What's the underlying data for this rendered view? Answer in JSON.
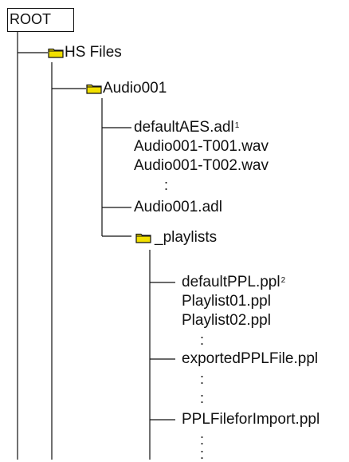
{
  "root": {
    "label": "ROOT"
  },
  "hs_files": {
    "label": "HS Files",
    "icon": "folder-icon"
  },
  "audio_folder": {
    "label": "Audio001",
    "icon": "folder-icon",
    "files": [
      {
        "name": "defaultAES.adl",
        "note": "1"
      },
      {
        "name": "Audio001-T001.wav"
      },
      {
        "name": "Audio001-T002.wav"
      },
      {
        "name": "Audio001.adl"
      }
    ],
    "ellipsis": ":"
  },
  "playlists_folder": {
    "label": "_playlists",
    "icon": "folder-icon",
    "files": [
      {
        "name": "defaultPPL.ppl",
        "note": "2"
      },
      {
        "name": "Playlist01.ppl"
      },
      {
        "name": "Playlist02.ppl"
      },
      {
        "name": "exportedPPLFile.ppl"
      },
      {
        "name": "PPLFileforImport.ppl"
      }
    ],
    "ellipsis": ":"
  },
  "colors": {
    "folder_fill": "#f2e000",
    "line": "#111111"
  }
}
